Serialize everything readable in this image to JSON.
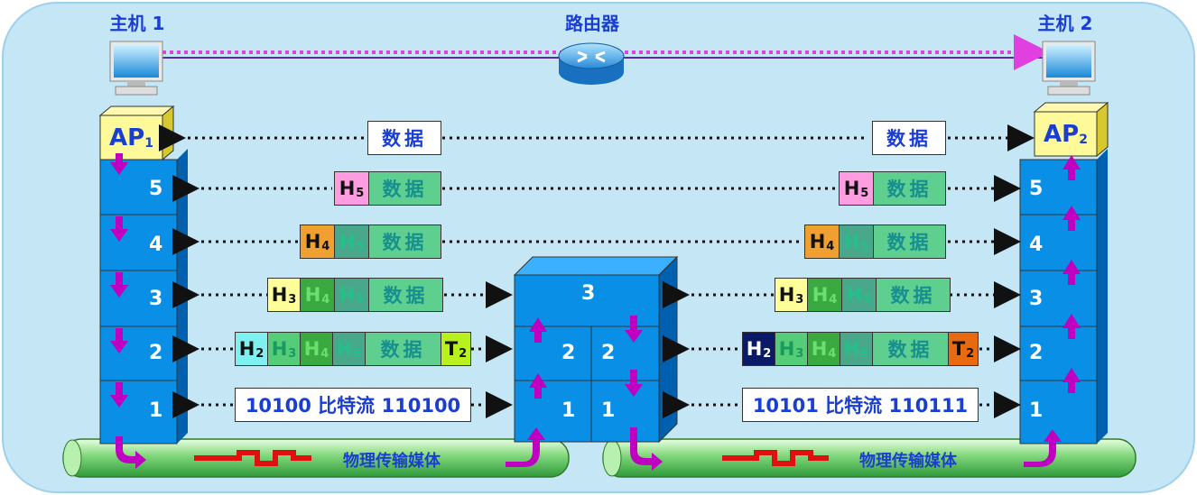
{
  "hosts": {
    "host1_label": "主机 1",
    "host2_label": "主机 2",
    "router_label": "路由器"
  },
  "app": {
    "left": {
      "main": "AP",
      "sub": "1"
    },
    "right": {
      "main": "AP",
      "sub": "2"
    }
  },
  "stack_layers": [
    "5",
    "4",
    "3",
    "2",
    "1"
  ],
  "router_layers": {
    "top": "3",
    "mid_left": "2",
    "mid_right": "2",
    "bot_left": "1",
    "bot_right": "1"
  },
  "pdus": {
    "data": "数据",
    "h5": {
      "main": "H",
      "sub": "5"
    },
    "h4": {
      "main": "H",
      "sub": "4"
    },
    "h3": {
      "main": "H",
      "sub": "3"
    },
    "h2": {
      "main": "H",
      "sub": "2"
    },
    "t2": {
      "main": "T",
      "sub": "2"
    }
  },
  "bits": {
    "left": "10100 比特流 110100",
    "right": "10101 比特流 110111"
  },
  "medium": {
    "left_label": "物理传输媒体",
    "right_label": "物理传输媒体"
  },
  "colors": {
    "frame_bg": "#c5e6f5",
    "stack_blue": "#0a8fe6",
    "arrow_magenta": "#c000c0",
    "link_purple": "#e040e0",
    "title_blue": "#1a3fd0"
  }
}
